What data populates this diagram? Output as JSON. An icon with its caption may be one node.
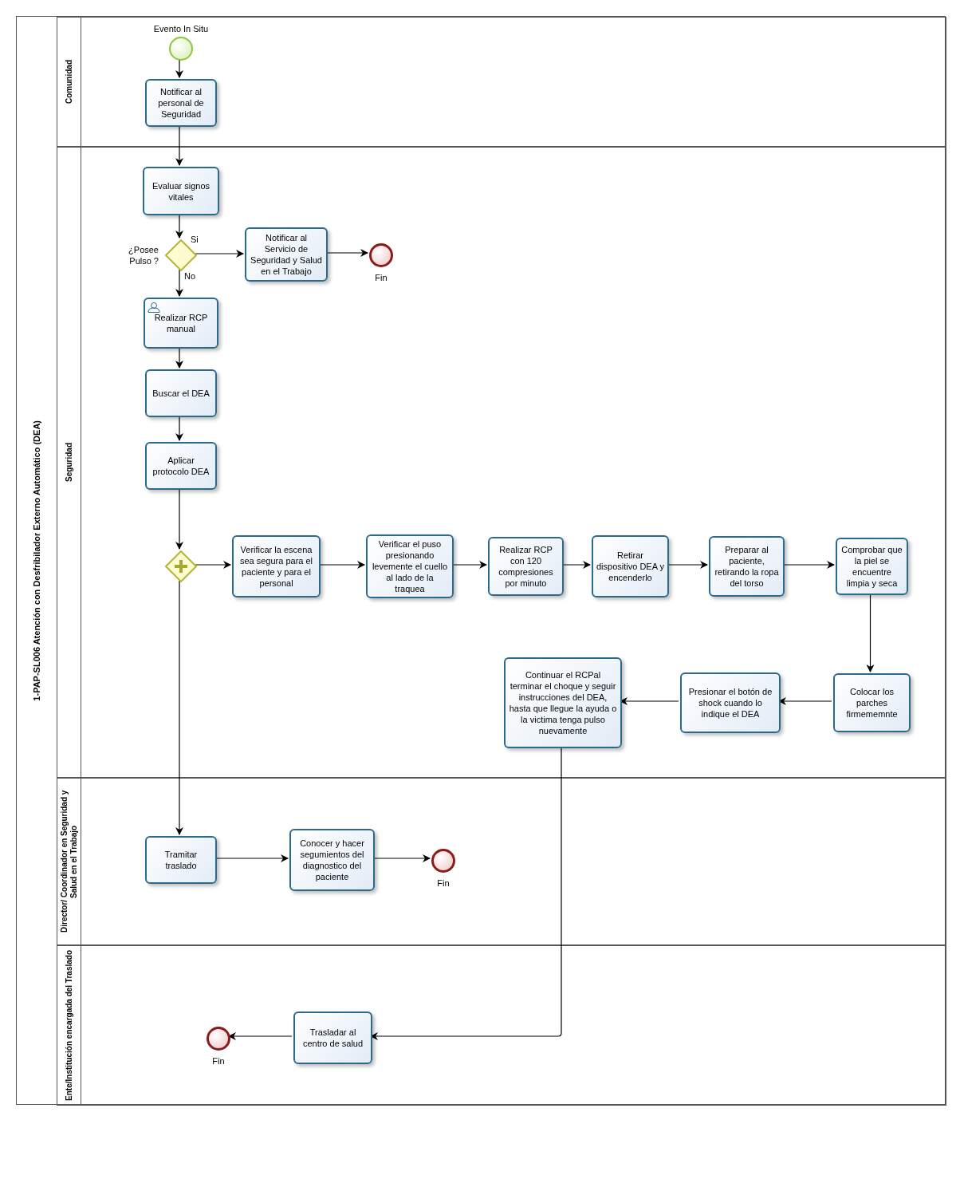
{
  "diagram": {
    "nodes": [
      {
        "text": [
          "1-PAP-SL006 Atención con Desfribilador Externo Automático (DEA)"
        ]
      },
      {
        "text": [
          "Comunidad"
        ],
        "in": 0
      },
      {
        "text": [
          "Seguridad"
        ],
        "in": 0
      },
      {
        "text": [
          "Director/ Coordinador en Seguridad y Salud en el Trabajo"
        ],
        "in": 0
      },
      {
        "text": [
          "Ente/Institución encargada del Traslado"
        ],
        "in": 0
      },
      {
        "text": [],
        "shape": "circle",
        "beside": [
          "Evento In Situ"
        ],
        "in": 1
      },
      {
        "text": [
          "Notificar al personal de Seguridad"
        ],
        "in": 1
      },
      {
        "text": [
          "Evaluar signos vitales"
        ],
        "in": 2
      },
      {
        "text": [],
        "shape": "diamond",
        "beside": [
          "¿Posee Pulso ?"
        ],
        "in": 2
      },
      {
        "text": [
          "Notificar al Servicio de Seguridad y Salud en el Trabajo"
        ],
        "in": 2
      },
      {
        "text": [],
        "shape": "circle",
        "beside": [
          "Fin"
        ],
        "in": 2
      },
      {
        "text": [
          "Realizar RCP manual"
        ],
        "in": 2
      },
      {
        "text": [
          "Buscar el DEA"
        ],
        "in": 2
      },
      {
        "text": [
          "Aplicar protocolo DEA"
        ],
        "in": 2
      },
      {
        "text": [],
        "shape": "diamond",
        "in": 2
      },
      {
        "text": [
          "Verificar la escena sea segura para el paciente y para el personal"
        ],
        "in": 2
      },
      {
        "text": [
          "Verificar el puso presionando levemente el cuello al lado de la traquea"
        ],
        "in": 2
      },
      {
        "text": [
          "Realizar RCP con 120 compresiones por minuto"
        ],
        "in": 2
      },
      {
        "text": [
          "Retirar dispositivo DEA y encenderlo"
        ],
        "in": 2
      },
      {
        "text": [
          "Preparar al paciente, retirando la ropa del torso"
        ],
        "in": 2
      },
      {
        "text": [
          "Comprobar que la piel se encuentre limpia y seca"
        ],
        "in": 2
      },
      {
        "text": [
          "Colocar los parches firmememnte"
        ],
        "in": 2
      },
      {
        "text": [
          "Presionar el botón de shock cuando lo indique el DEA"
        ],
        "in": 2
      },
      {
        "text": [
          "Continuar el RCPal terminar el choque y seguir instrucciones del DEA, hasta que llegue la ayuda o la victima tenga pulso nuevamente"
        ],
        "in": 2
      },
      {
        "text": [
          "Tramitar traslado"
        ],
        "in": 3
      },
      {
        "text": [
          "Conocer y hacer segumientos del diagnostico del paciente"
        ],
        "in": 3
      },
      {
        "text": [],
        "shape": "circle",
        "beside": [
          "Fin"
        ],
        "in": 3
      },
      {
        "text": [
          "Trasladar al centro de salud"
        ],
        "in": 4
      },
      {
        "text": [],
        "shape": "circle",
        "beside": [
          "Fin"
        ],
        "in": 4
      }
    ],
    "edges": [
      {
        "from": 5,
        "to": 6,
        "arrow": "to"
      },
      {
        "from": 6,
        "to": 7,
        "arrow": "to"
      },
      {
        "from": 7,
        "to": 8,
        "arrow": "to"
      },
      {
        "from": 8,
        "to": 9,
        "arrow": "to",
        "label": "Si"
      },
      {
        "from": 9,
        "to": 10,
        "arrow": "to"
      },
      {
        "from": 8,
        "to": 11,
        "arrow": "to",
        "label": "No"
      },
      {
        "from": 11,
        "to": 12,
        "arrow": "to"
      },
      {
        "from": 12,
        "to": 13,
        "arrow": "to"
      },
      {
        "from": 13,
        "to": 14,
        "arrow": "to"
      },
      {
        "from": 14,
        "to": 15,
        "arrow": "to"
      },
      {
        "from": 15,
        "to": 16,
        "arrow": "to"
      },
      {
        "from": 16,
        "to": 17,
        "arrow": "to"
      },
      {
        "from": 17,
        "to": 18,
        "arrow": "to"
      },
      {
        "from": 18,
        "to": 19,
        "arrow": "to"
      },
      {
        "from": 19,
        "to": 20,
        "arrow": "to"
      },
      {
        "from": 20,
        "to": 21,
        "arrow": "to"
      },
      {
        "from": 21,
        "to": 22,
        "arrow": "to"
      },
      {
        "from": 22,
        "to": 23,
        "arrow": "to"
      },
      {
        "from": 14,
        "to": 24,
        "arrow": "to"
      },
      {
        "from": 24,
        "to": 25,
        "arrow": "to"
      },
      {
        "from": 25,
        "to": 26,
        "arrow": "to"
      },
      {
        "from": 23,
        "to": 27,
        "arrow": "to"
      },
      {
        "from": 27,
        "to": 28,
        "arrow": "to"
      }
    ]
  }
}
